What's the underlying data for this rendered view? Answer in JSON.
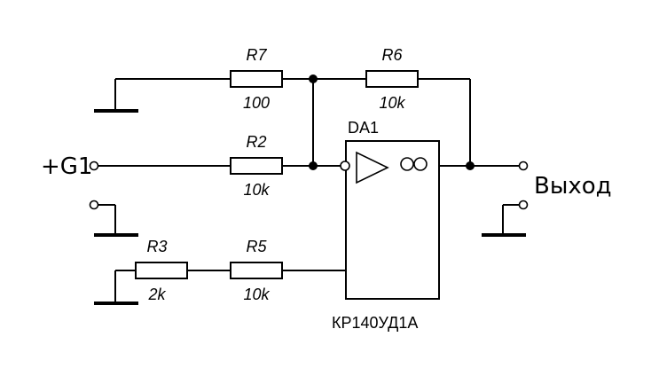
{
  "components": {
    "r7": {
      "ref": "R7",
      "value": "100"
    },
    "r6": {
      "ref": "R6",
      "value": "10k"
    },
    "r2": {
      "ref": "R2",
      "value": "10k"
    },
    "r3": {
      "ref": "R3",
      "value": "2k"
    },
    "r5": {
      "ref": "R5",
      "value": "10k"
    },
    "opamp": {
      "ref": "DA1",
      "part": "КР140УД1А"
    }
  },
  "terminals": {
    "input": "+G1",
    "output": "Выход"
  }
}
